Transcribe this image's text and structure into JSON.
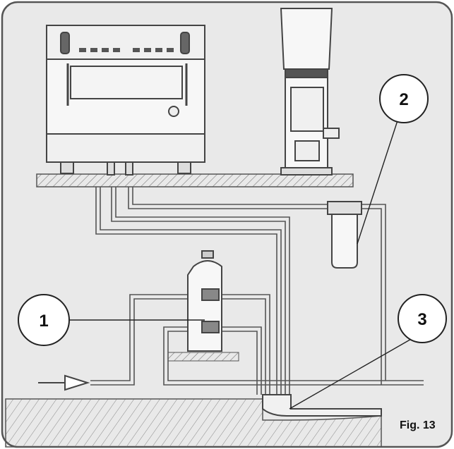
{
  "figure": {
    "label": "Fig. 13",
    "callouts": [
      {
        "id": "1",
        "text": "1",
        "target": "water-softener"
      },
      {
        "id": "2",
        "text": "2",
        "target": "water-filter"
      },
      {
        "id": "3",
        "text": "3",
        "target": "drain"
      }
    ]
  }
}
